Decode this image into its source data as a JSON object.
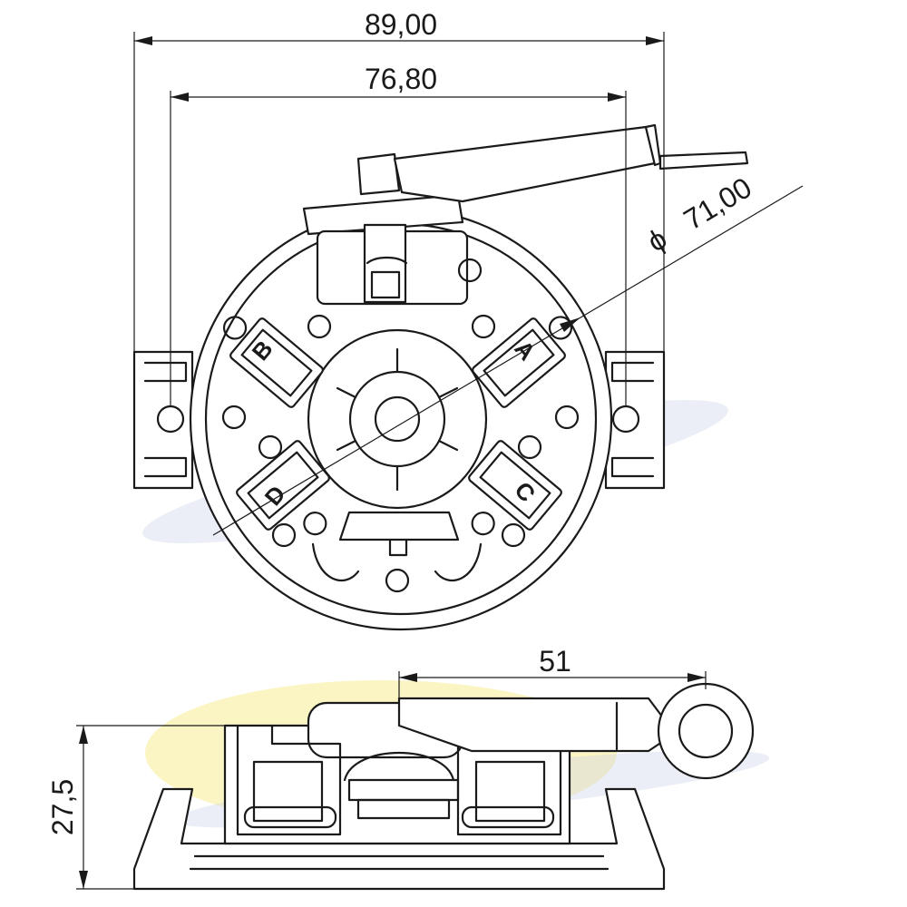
{
  "dimensions": {
    "overall_width": "89,00",
    "mounting_hole_distance": "76,80",
    "diameter": "71,00",
    "diameter_symbol": "ϕ",
    "terminal_offset": "51",
    "height": "27,5"
  },
  "brush_labels": {
    "a": "A",
    "b": "B",
    "c": "C",
    "d": "D"
  },
  "colors": {
    "line": "#1a1a1a",
    "background": "#ffffff",
    "watermark_yellow": "#f1e04a",
    "watermark_blue": "#c9cde8"
  }
}
